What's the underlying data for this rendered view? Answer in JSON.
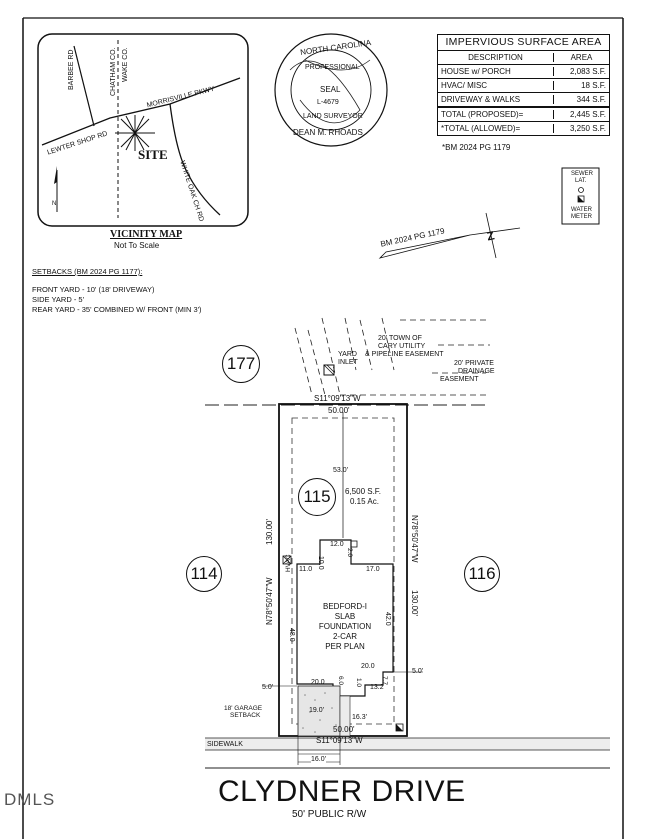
{
  "impervious_table": {
    "title": "IMPERVIOUS SURFACE AREA",
    "col_description": "DESCRIPTION",
    "col_area": "AREA",
    "rows": [
      {
        "description": "HOUSE w/ PORCH",
        "area": "2,083 S.F."
      },
      {
        "description": "HVAC/ MISC",
        "area": "18 S.F."
      },
      {
        "description": "DRIVEWAY & WALKS",
        "area": "344 S.F."
      }
    ],
    "total_proposed_label": "TOTAL (PROPOSED)=",
    "total_proposed": "2,445 S.F.",
    "total_allowed_label": "*TOTAL (ALLOWED)=",
    "total_allowed": "3,250 S.F.",
    "footnote": "*BM 2024 PG 1179"
  },
  "seal": {
    "top_text": "NORTH CAROLINA",
    "inner_text": "PROFESSIONAL",
    "center_label": "SEAL",
    "license": "L-4679",
    "lower_text": "LAND SURVEYOR",
    "name": "DEAN M. RHOADS"
  },
  "vicinity_map": {
    "title": "VICINITY MAP",
    "subtitle": "Not To Scale",
    "site_label": "SITE",
    "roads": [
      "BARBEE RD",
      "WAKE CO.",
      "CHATHAM CO.",
      "MORRISVILLE PKWY",
      "LEWTER SHOP RD",
      "WHITE OAK CH RD"
    ],
    "north_label": "N"
  },
  "legend": {
    "sewer_label_1": "SEWER",
    "sewer_label_2": "LAT.",
    "water_label_1": "WATER",
    "water_label_2": "METER"
  },
  "bm_label": "BM 2024 PG 1179",
  "setbacks": {
    "title": "SETBACKS (BM 2024 PG 1177):",
    "lines": [
      "FRONT YARD - 10' (18' DRIVEWAY)",
      "SIDE YARD - 5'",
      "REAR YARD - 35' COMBINED W/ FRONT (MIN 3')"
    ]
  },
  "easements": {
    "town": [
      "20' TOWN OF",
      "CARY UTILITY",
      "& PIPELINE EASEMENT"
    ],
    "private": [
      "20' PRIVATE",
      "DRAINAGE",
      "EASEMENT"
    ],
    "yard_inlet": [
      "YARD",
      "INLET"
    ]
  },
  "lots": {
    "rear": "177",
    "left": "114",
    "right": "116",
    "subject": "115"
  },
  "lot": {
    "area_sf": "6,500 S.F.",
    "area_ac": "0.15 Ac.",
    "bearing_top": "S11°09'13\"W",
    "dist_top": "50.00'",
    "bearing_bottom": "S11°09'13\"W",
    "dist_bottom": "50.00'",
    "bearing_left": "N78°50'47\"W",
    "dist_left": "130.00'",
    "bearing_right": "N78°50'47\"W",
    "dist_right": "130.00'"
  },
  "house": {
    "lines": [
      "BEDFORD-I",
      "SLAB",
      "FOUNDATION",
      "2-CAR",
      "PER PLAN"
    ],
    "hvac": "HVAC",
    "dims": {
      "rear_setback": "53.0'",
      "bump_w": "12.0",
      "bump_d": "10.0",
      "bump_side": "2.0",
      "left_back": "11.0",
      "right_back": "17.0",
      "left_depth": "48.0",
      "right_depth": "42.0",
      "front_right": "20.0",
      "front_left": "20.0",
      "porch_w": "6.0",
      "porch_d": "1.0",
      "garage_off": "13.2",
      "side_right": "7.7",
      "side_left_setback": "5.0'",
      "side_right_setback": "5.0'",
      "drive_w": "19.0'",
      "front_setback": "16.3'",
      "sidewalk_w": "16.0'"
    },
    "garage_setback_1": "18' GARAGE",
    "garage_setback_2": "SETBACK"
  },
  "sidewalk_label": "SIDEWALK",
  "street_name": "CLYDNER DRIVE",
  "street_sub": "50' PUBLIC R/W",
  "watermark": "DMLS"
}
